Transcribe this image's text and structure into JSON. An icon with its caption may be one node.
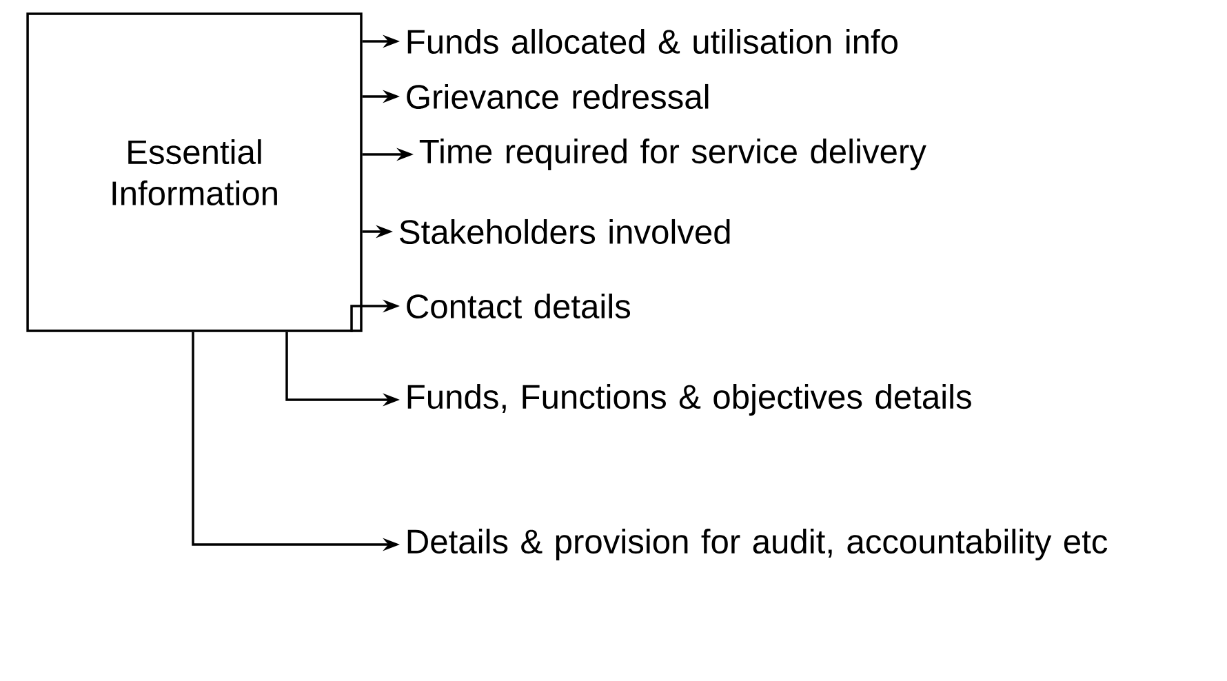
{
  "diagram": {
    "nodes": [
      {
        "text": [
          "Essential Information"
        ]
      },
      {
        "text": [
          "Funds allocated & utilisation info"
        ]
      },
      {
        "text": [
          "Grievance redressal"
        ]
      },
      {
        "text": [
          "Time required for service delivery"
        ]
      },
      {
        "text": [
          "Stakeholders involved"
        ]
      },
      {
        "text": [
          "Contact details"
        ]
      },
      {
        "text": [
          "Funds, Functions & objectives details"
        ]
      },
      {
        "text": [
          "Details & provision for audit, accountability etc"
        ]
      }
    ],
    "edges": [
      {
        "from": 0,
        "to": 1,
        "arrow": "to"
      },
      {
        "from": 0,
        "to": 2,
        "arrow": "to"
      },
      {
        "from": 0,
        "to": 3,
        "arrow": "to"
      },
      {
        "from": 0,
        "to": 4,
        "arrow": "to"
      },
      {
        "from": 0,
        "to": 5,
        "arrow": "to"
      },
      {
        "from": 0,
        "to": 6,
        "arrow": "to"
      },
      {
        "from": 0,
        "to": 7,
        "arrow": "to"
      }
    ]
  }
}
